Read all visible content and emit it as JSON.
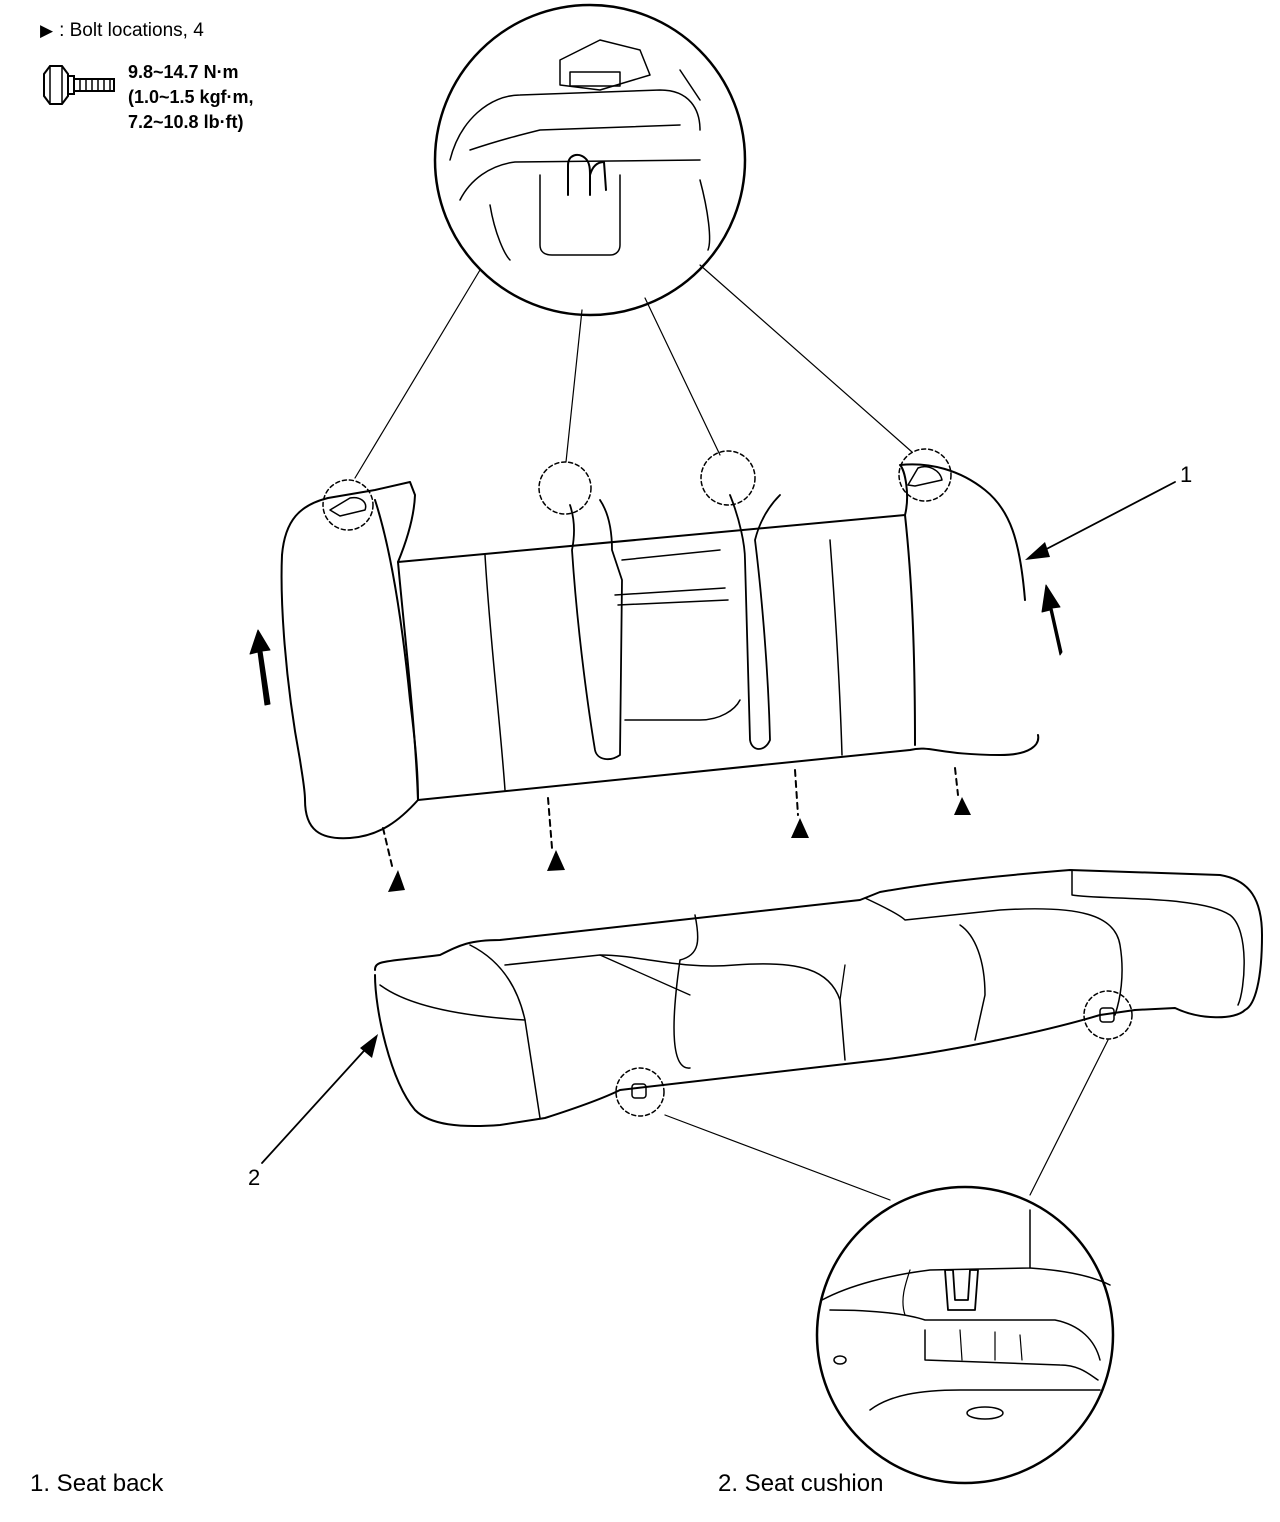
{
  "legend": {
    "bolt_symbol_label": ": Bolt locations, 4",
    "bolt_icon": "bolt-icon",
    "marker_icon": "triangle-marker-icon"
  },
  "torque": {
    "line1": "9.8~14.7 N·m",
    "line2": "(1.0~1.5 kgf·m,",
    "line3": "7.2~10.8 lb·ft)"
  },
  "callouts": {
    "seat_back_number": "1",
    "seat_cushion_number": "2"
  },
  "captions": {
    "seat_back": "1. Seat back",
    "seat_cushion": "2. Seat cushion"
  }
}
